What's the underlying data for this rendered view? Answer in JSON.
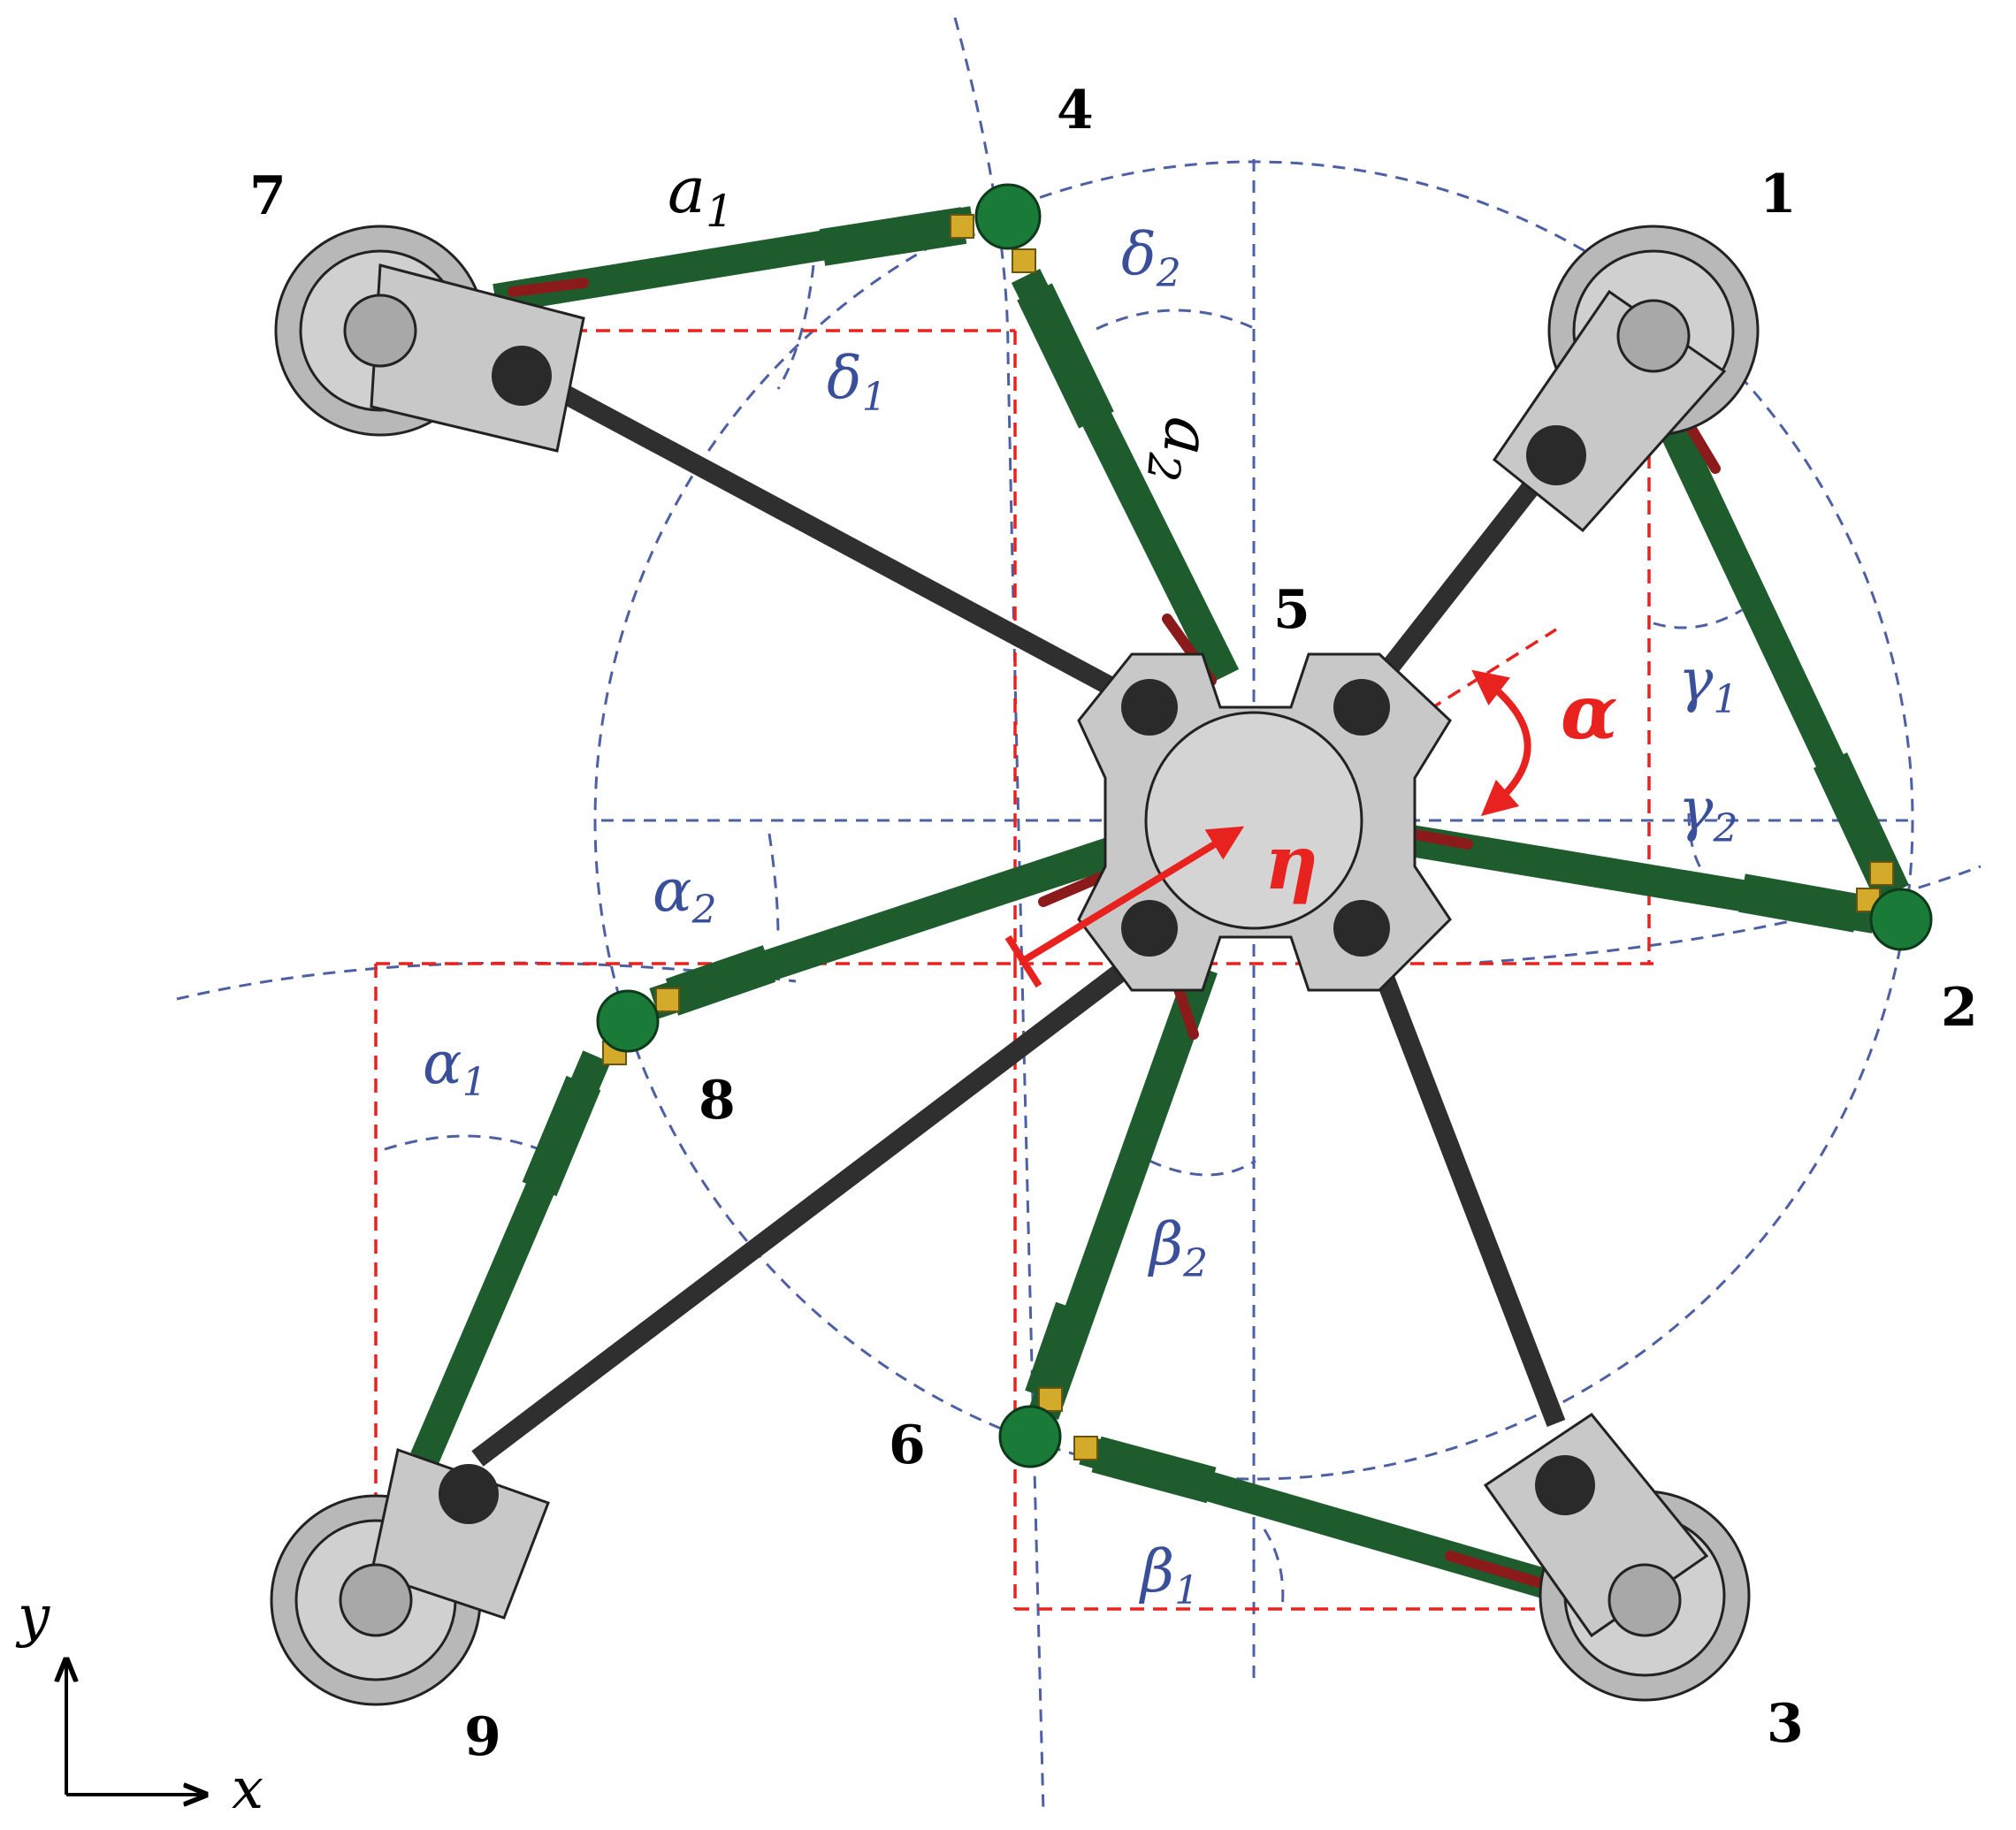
{
  "nodes": {
    "n1": "1",
    "n2": "2",
    "n3": "3",
    "n4": "4",
    "n5": "5",
    "n6": "6",
    "n7": "7",
    "n8": "8",
    "n9": "9"
  },
  "angles": {
    "alpha1": {
      "sym": "α",
      "sub": "1"
    },
    "alpha2": {
      "sym": "α",
      "sub": "2"
    },
    "beta1": {
      "sym": "β",
      "sub": "1"
    },
    "beta2": {
      "sym": "β",
      "sub": "2"
    },
    "gamma1": {
      "sym": "γ",
      "sub": "1"
    },
    "gamma2": {
      "sym": "γ",
      "sub": "2"
    },
    "delta1": {
      "sym": "δ",
      "sub": "1"
    },
    "delta2": {
      "sym": "δ",
      "sub": "2"
    }
  },
  "links": {
    "a1": {
      "sym": "a",
      "sub": "1"
    },
    "a2": {
      "sym": "a",
      "sub": "2"
    }
  },
  "center": {
    "alpha": "α",
    "eta": "η"
  },
  "axes": {
    "x": "x",
    "y": "y"
  },
  "colors": {
    "link_green": "#1e5c2e",
    "pivot_green": "#1a7a38",
    "strut_black": "#2f2f2f",
    "body_grey": "#c8c8c8",
    "guide_blue": "#3a4f9a",
    "guide_red": "#e8231f",
    "actuator_red": "#8b1a1a",
    "joint_gold": "#d4aa2a"
  }
}
